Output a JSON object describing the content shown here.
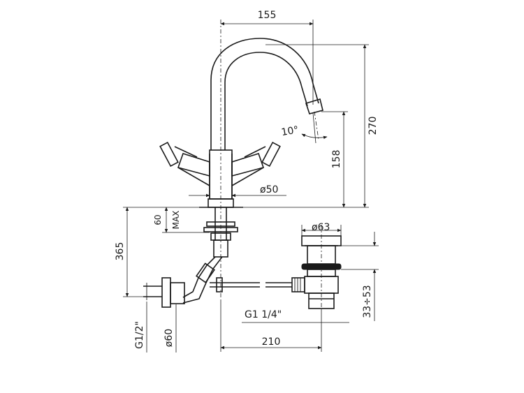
{
  "dimensions": {
    "spout_reach": "155",
    "total_height": "270",
    "spout_height": "158",
    "spout_angle": "10°",
    "body_diameter": "ø50",
    "max_deck": "60",
    "max_label": "MAX",
    "supply_length": "365",
    "waste_diameter": "ø63",
    "waste_thread": "G1 1/4\"",
    "waste_range": "33÷53",
    "tail_length": "210",
    "supply_thread": "G1/2\"",
    "supply_diameter": "ø60"
  }
}
